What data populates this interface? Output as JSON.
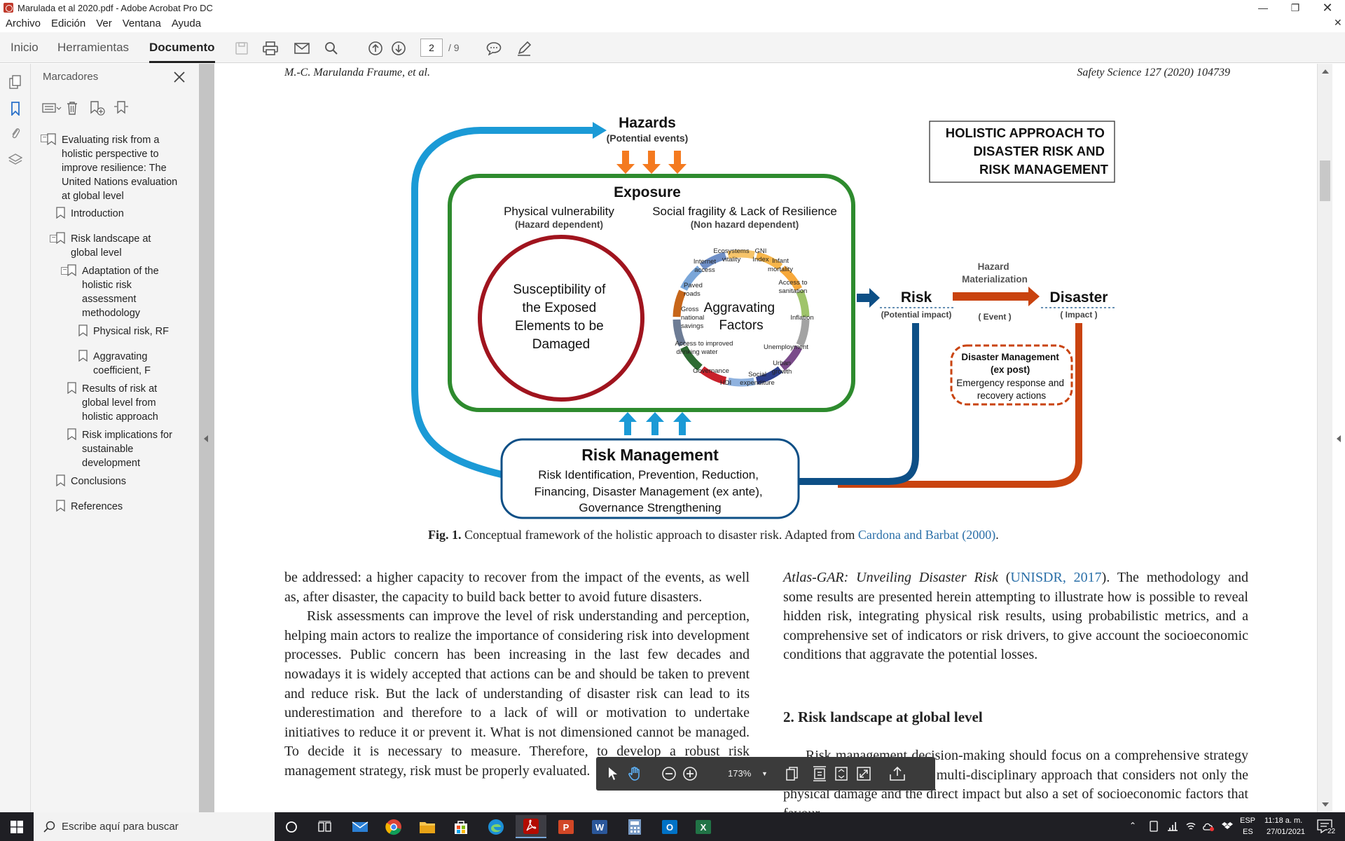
{
  "window": {
    "title": "Marulada et al 2020.pdf - Adobe Acrobat Pro DC"
  },
  "menu": [
    "Archivo",
    "Edición",
    "Ver",
    "Ventana",
    "Ayuda"
  ],
  "toolbar": {
    "tabs": [
      "Inicio",
      "Herramientas",
      "Documento"
    ],
    "active_tab": "Documento",
    "page_current": "2",
    "page_total": "/ 9"
  },
  "bookmarks": {
    "title": "Marcadores",
    "items": [
      {
        "label": "Evaluating risk from a holistic perspective to improve resilience: The United Nations evaluation at global level",
        "lines": [
          "Evaluating risk from a",
          "holistic perspective to",
          "improve resilience: The",
          "United Nations evaluation",
          "at global level"
        ]
      },
      {
        "label": "Introduction",
        "lines": [
          "Introduction"
        ]
      },
      {
        "label": "Risk landscape at global level",
        "lines": [
          "Risk landscape at",
          "global level"
        ]
      },
      {
        "label": "Adaptation of the holistic risk assessment methodology",
        "lines": [
          "Adaptation of the",
          "holistic risk",
          "assessment",
          "methodology"
        ]
      },
      {
        "label": "Physical risk, RF",
        "lines": [
          "Physical risk, RF"
        ]
      },
      {
        "label": "Aggravating coefficient, F",
        "lines": [
          "Aggravating",
          "coefficient, F"
        ]
      },
      {
        "label": "Results of risk at global level from holistic approach",
        "lines": [
          "Results of risk at",
          "global level from",
          "holistic approach"
        ]
      },
      {
        "label": "Risk implications for sustainable development",
        "lines": [
          "Risk implications for",
          "sustainable",
          "development"
        ]
      },
      {
        "label": "Conclusions",
        "lines": [
          "Conclusions"
        ]
      },
      {
        "label": "References",
        "lines": [
          "References"
        ]
      }
    ]
  },
  "document": {
    "header_left": "M.-C. Marulanda Fraume, et al.",
    "header_right": "Safety Science 127 (2020) 104739",
    "figure": {
      "hazards": "Hazards",
      "hazards_sub": "(Potential events)",
      "exposure": "Exposure",
      "phys_vuln": "Physical vulnerability",
      "phys_vuln_sub": "(Hazard dependent)",
      "social": "Social fragility & Lack of Resilience",
      "social_sub": "(Non hazard dependent)",
      "susceptibility": [
        "Susceptibility of",
        "the Exposed",
        "Elements to be",
        "Damaged"
      ],
      "aggravating": [
        "Aggravating",
        "Factors"
      ],
      "wheel_labels": [
        "Ecosystems vitality",
        "GNI Index",
        "Infant mortality",
        "Access to sanitation",
        "Inflation",
        "Unemployment",
        "Urban growth",
        "Social expenditure",
        "HDI",
        "Governance",
        "Access to improved drinking water",
        "Gross national savings",
        "Paved roads",
        "Internet access"
      ],
      "risk": "Risk",
      "risk_sub": "(Potential impact)",
      "hazard_mat": [
        "Hazard",
        "Materialization"
      ],
      "event": "( Event )",
      "disaster": "Disaster",
      "disaster_sub": "( Impact )",
      "dm_title": [
        "Disaster Management",
        "(ex post)"
      ],
      "dm_body": [
        "Emergency response and",
        "recovery actions"
      ],
      "rm_title": "Risk Management",
      "rm_body": [
        "Risk Identification, Prevention, Reduction,",
        "Financing, Disaster Management (ex ante),",
        "Governance Strengthening"
      ],
      "holistic": [
        "HOLISTIC APPROACH TO",
        "DISASTER RISK AND",
        "RISK MANAGEMENT"
      ]
    },
    "caption_label": "Fig. 1.",
    "caption_text": " Conceptual framework of the holistic approach to disaster risk. Adapted from ",
    "caption_cite": "Cardona and Barbat (2000)",
    "caption_end": ".",
    "left_p1": "be addressed: a higher capacity to recover from the impact of the events, as well as, after disaster, the capacity to build back better to avoid future disasters.",
    "left_p2": "Risk assessments can improve the level of risk understanding and perception, helping main actors to realize the importance of considering risk into development processes. Public concern has been increasing in the last few decades and nowadays it is widely accepted that actions can be and should be taken to prevent and reduce risk. But the lack of understanding of disaster risk can lead to its underestimation and therefore to a lack of will or motivation to undertake initiatives to reduce it or prevent it. What is not dimensioned cannot be managed. To decide it is necessary to measure. Therefore, to develop a robust risk management strategy, risk must be properly evaluated.",
    "right_p1_italic": "Atlas-GAR: Unveiling Disaster Risk",
    "right_p1_cite": "UNISDR, 2017",
    "right_p1_rest": "The methodology and some results are presented herein attempting to illustrate how is possible to reveal hidden risk, integrating physical risk results, using probabilistic metrics, and a comprehensive set of indicators or risk drivers, to give account the socioeconomic conditions that aggravate the potential losses.",
    "section_heading": "2.  Risk landscape at global level",
    "right_p2": "Risk management decision-making should focus on a comprehensive strategy which must be based on a multi-disciplinary approach that considers not only the physical damage and the direct impact but also a set of socioeconomic factors that favour"
  },
  "floatbar": {
    "zoom": "173%"
  },
  "taskbar": {
    "search_placeholder": "Escribe aquí para buscar",
    "lang": "ESP",
    "lang2": "ES",
    "time": "11:18 a. m.",
    "date": "27/01/2021",
    "notif": "22"
  }
}
